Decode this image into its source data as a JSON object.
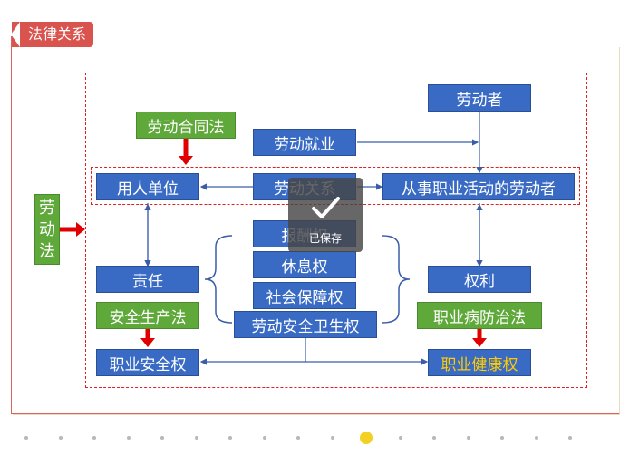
{
  "header": {
    "title": "法律关系"
  },
  "side_law": {
    "label": "劳\n动\n法"
  },
  "nodes": {
    "laborer": "劳动者",
    "contract_law": "劳动合同法",
    "employment": "劳动就业",
    "employer": "用人单位",
    "labor_relation": "劳动关系",
    "worker": "从事职业活动的劳动者",
    "remuneration": "报酬权",
    "rest": "休息权",
    "social_security": "社会保障权",
    "safety_health": "劳动安全卫生权",
    "duty": "责任",
    "rights": "权利",
    "safety_production_law": "安全生产法",
    "occupational_disease_law": "职业病防治法",
    "occupational_safety": "职业安全权",
    "occupational_health": "职业健康权"
  },
  "overlay": {
    "label": "已保存"
  },
  "pagination": {
    "count": 17,
    "active_index": 10
  },
  "colors": {
    "blue_box": "#3a6bc4",
    "green_box": "#5fa83a",
    "dash_red": "#e02020",
    "arrow_red": "#e00000",
    "active_dot": "#f2d024"
  }
}
